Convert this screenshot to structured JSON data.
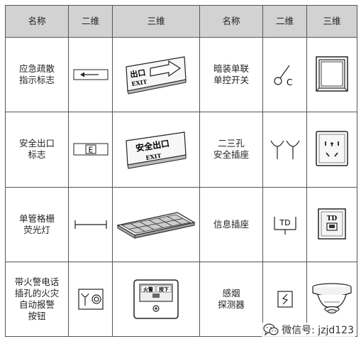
{
  "headers": [
    "名称",
    "二维",
    "三维",
    "名称",
    "二维",
    "三维"
  ],
  "rows": [
    {
      "left": {
        "name": "应急疏散\n指示标志",
        "icon2d": "arrow-left-sign-icon",
        "icon3d": "exit-arrow-sign-3d-icon",
        "label3d_cn": "出口",
        "label3d_en": "EXIT"
      },
      "right": {
        "name": "暗装单联\n单控开关",
        "icon2d": "single-switch-icon",
        "symbol2d": "C",
        "icon3d": "wall-switch-3d-icon"
      }
    },
    {
      "left": {
        "name": "安全出口\n标志",
        "icon2d": "exit-e-sign-icon",
        "symbol2d": "E",
        "icon3d": "safety-exit-sign-3d-icon",
        "label3d_cn": "安全出口",
        "label3d_en": "EXIT"
      },
      "right": {
        "name": "二三孔\n安全插座",
        "icon2d": "dual-socket-icon",
        "icon3d": "wall-socket-3d-icon"
      }
    },
    {
      "left": {
        "name": "单管格栅\n荧光灯",
        "icon2d": "fluorescent-tube-icon",
        "icon3d": "grille-lamp-3d-icon"
      },
      "right": {
        "name": "信息插座",
        "icon2d": "info-socket-icon",
        "symbol2d": "TD",
        "icon3d": "data-socket-3d-icon",
        "label3d": "TD"
      }
    },
    {
      "left": {
        "name": "带火警电话\n插孔的火灾\n自动报警\n按钮",
        "icon2d": "fire-alarm-button-icon",
        "icon3d": "fire-alarm-button-3d-icon",
        "label3d_a": "火警",
        "label3d_b": "按下"
      },
      "right": {
        "name": "感烟\n探测器",
        "icon2d": "smoke-detector-icon",
        "icon3d": "smoke-detector-3d-icon"
      }
    }
  ],
  "watermark": {
    "text": "微信号: jzjd123",
    "icon": "wechat-icon"
  }
}
